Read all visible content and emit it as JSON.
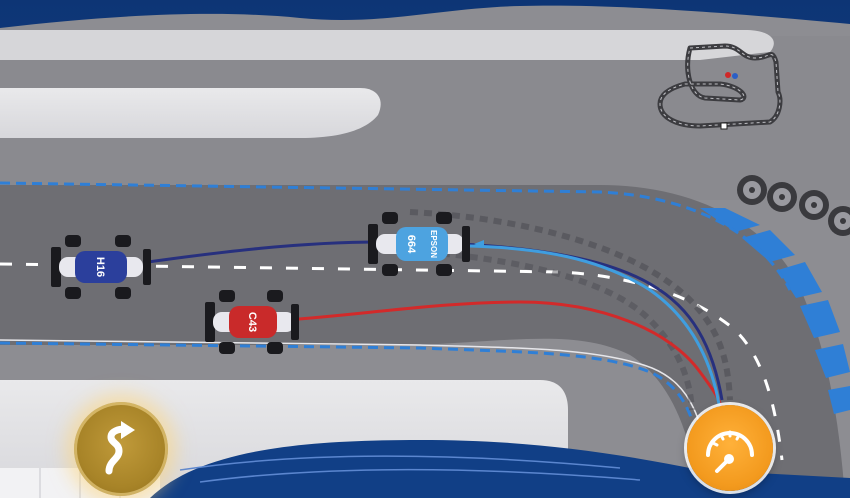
{
  "cars": [
    {
      "number": "H16",
      "color": "#2b3f9c",
      "trail": "#27307e",
      "name": "blue-car"
    },
    {
      "number": "C43",
      "color": "#c92a2a",
      "trail": "#d22a2a",
      "name": "red-car"
    },
    {
      "number": "664",
      "sponsor": "EPSON",
      "color": "#4da3e0",
      "trail": "#3f9ee0",
      "name": "light-blue-car"
    }
  ],
  "controls": {
    "route_icon": "route-swerve-icon",
    "boost_icon": "speedometer-icon"
  },
  "colors": {
    "asphalt": "#6f6f73",
    "curb_blue": "#2f7fd6",
    "boost_orange": "#f39a1e",
    "route_gold": "#a88428",
    "backdrop": "#0f3a7a"
  }
}
